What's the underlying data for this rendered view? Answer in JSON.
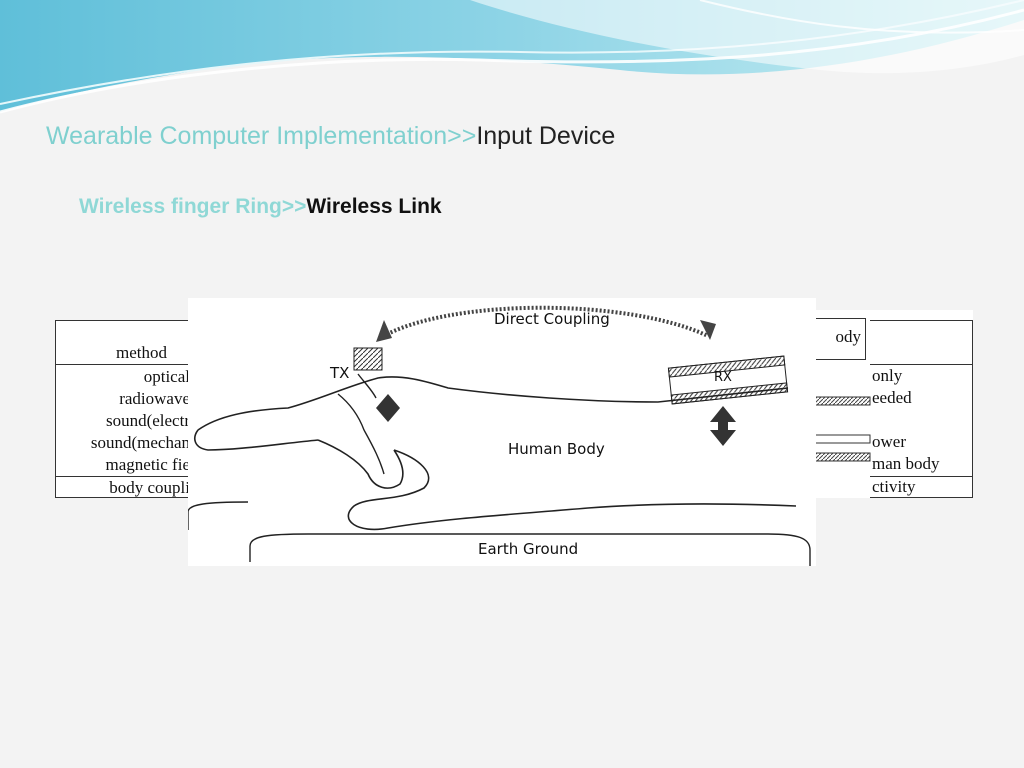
{
  "header": {
    "title_crumb": "Wearable Computer Implementation>>",
    "title_current": "Input Device",
    "subtitle_crumb": "Wireless finger Ring>>",
    "subtitle_current": "Wireless Link"
  },
  "left_table": {
    "header": "method",
    "rows": [
      "optical",
      "radiowave",
      "sound(electr",
      "sound(mechan",
      "magnetic fie",
      "body coupli"
    ]
  },
  "right_table": {
    "header_fragment": "ody",
    "rows": [
      "only",
      "eeded",
      "ower",
      "man body",
      "ctivity"
    ]
  },
  "figure": {
    "direct_coupling": "Direct Coupling",
    "tx": "TX",
    "rx": "RX",
    "human_body": "Human Body",
    "earth_ground": "Earth Ground"
  },
  "colors": {
    "title_accent": "#7fd0cf",
    "wave_dark": "#5ec3d9",
    "wave_light": "#bfe9f0"
  }
}
